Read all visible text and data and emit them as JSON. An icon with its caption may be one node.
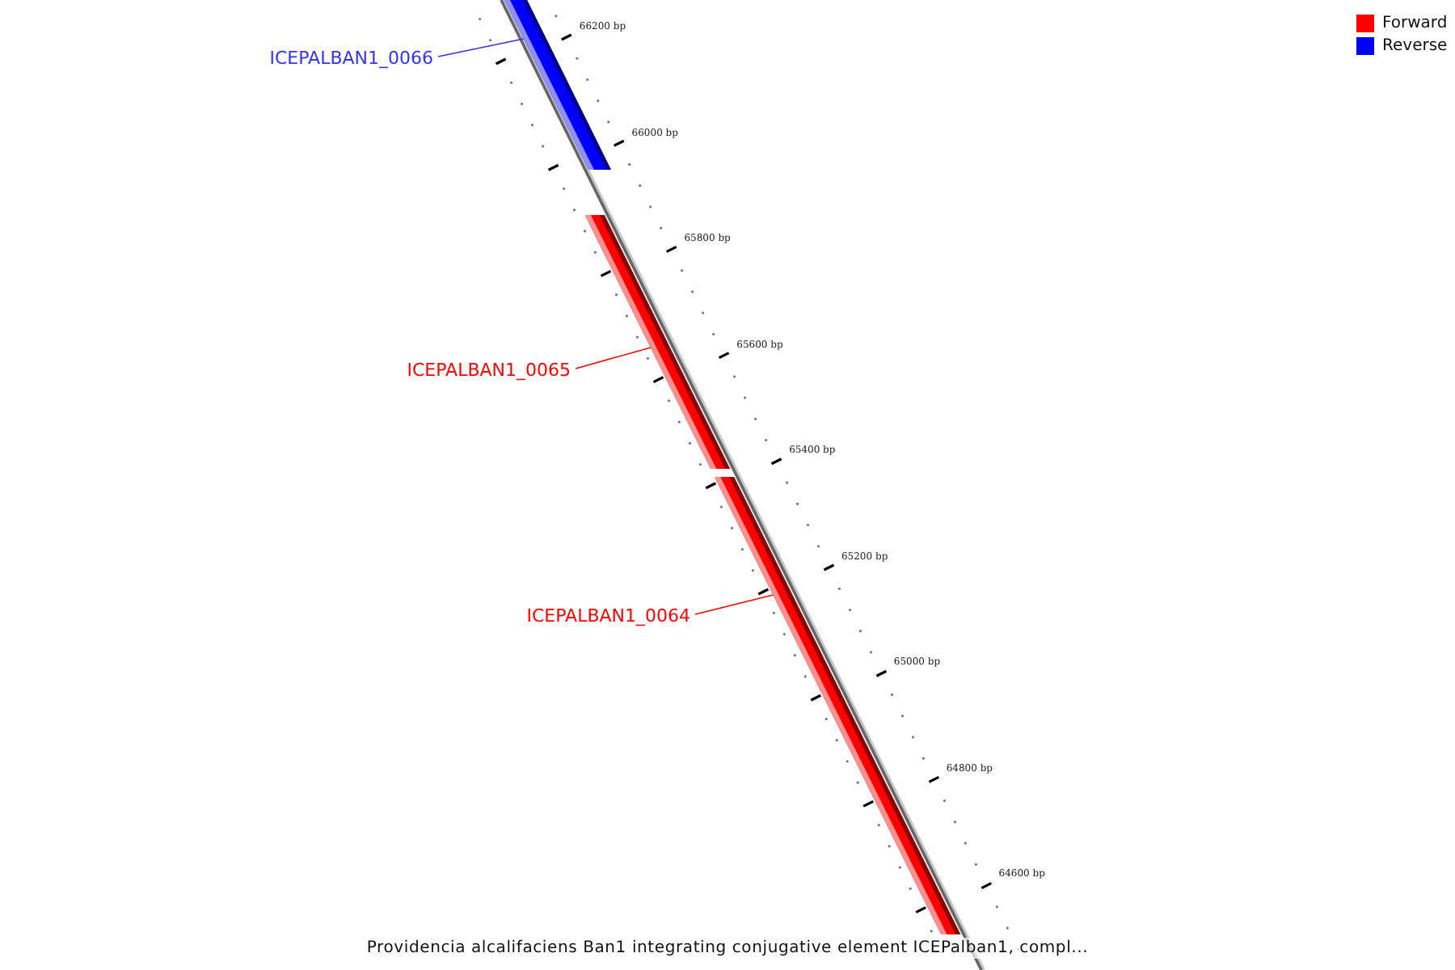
{
  "diagram": {
    "caption": "Providencia alcalifaciens Ban1 integrating conjugative element ICEPalban1, compl...",
    "nodes": [
      {
        "text": [
          "ICEPALBAN1_0066"
        ]
      },
      {
        "text": [],
        "shape": "bar"
      },
      {
        "text": [
          "ICEPALBAN1_0065"
        ]
      },
      {
        "text": [],
        "shape": "bar"
      },
      {
        "text": [
          "ICEPALBAN1_0064"
        ]
      },
      {
        "text": [],
        "shape": "bar"
      },
      {
        "text": [],
        "shape": "bar"
      }
    ],
    "edges": [
      {
        "from": 0,
        "to": 1,
        "arrow": "none",
        "color": "#3333ff"
      },
      {
        "from": 2,
        "to": 3,
        "arrow": "none"
      },
      {
        "from": 4,
        "to": 5,
        "arrow": "none"
      }
    ],
    "labels": [
      "66200 bp",
      "66000 bp",
      "65800 bp",
      "65600 bp",
      "65400 bp",
      "65200 bp",
      "65000 bp",
      "64800 bp",
      "64600 bp"
    ],
    "legend": [
      {
        "text": "Forward",
        "color": "#ff0000"
      },
      {
        "text": "Reverse",
        "color": "#0000ff"
      }
    ]
  }
}
